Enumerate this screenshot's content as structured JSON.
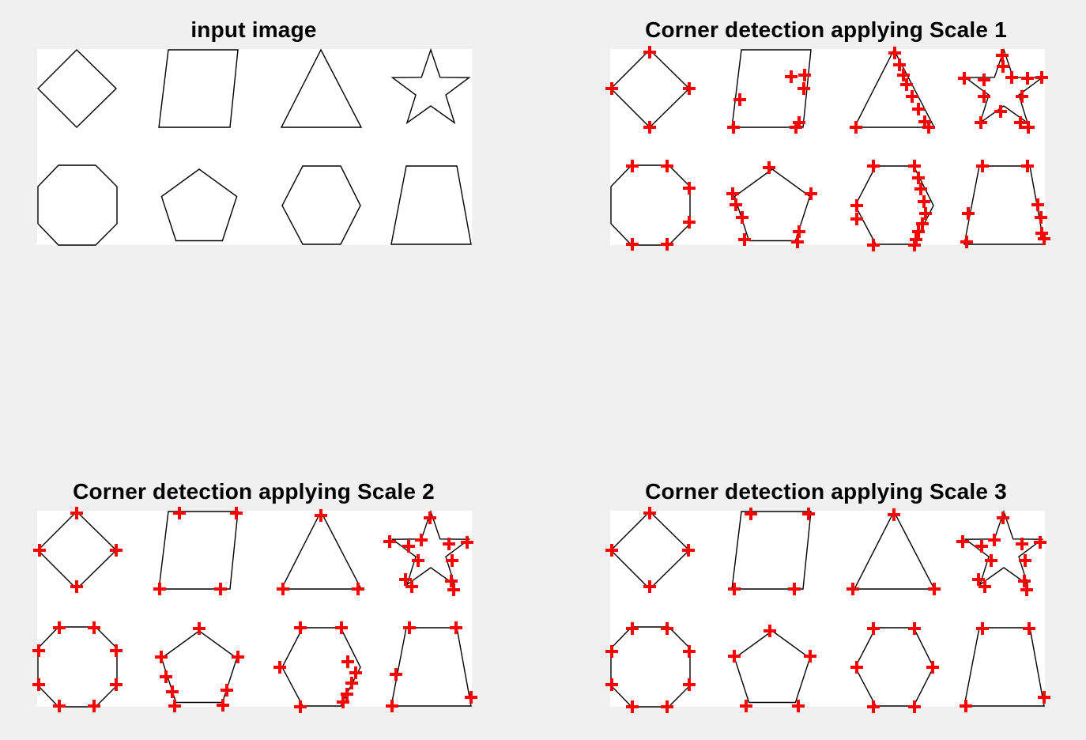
{
  "window": {
    "background": "#f0f0f0",
    "axes_background": "#ffffff"
  },
  "panels": [
    {
      "title": "input image",
      "show_corners": false
    },
    {
      "title": "Corner detection applying Scale 1",
      "show_corners": true
    },
    {
      "title": "Corner detection applying Scale 2",
      "show_corners": true
    },
    {
      "title": "Corner detection applying Scale 3",
      "show_corners": true
    }
  ],
  "shapes": [
    {
      "name": "diamond"
    },
    {
      "name": "parallelogram"
    },
    {
      "name": "triangle"
    },
    {
      "name": "star"
    },
    {
      "name": "octagon"
    },
    {
      "name": "pentagon"
    },
    {
      "name": "hexagon"
    },
    {
      "name": "trapezoid"
    }
  ],
  "colors": {
    "outline": "#000000",
    "corner_marker": "#ff0000"
  },
  "marker": "plus"
}
